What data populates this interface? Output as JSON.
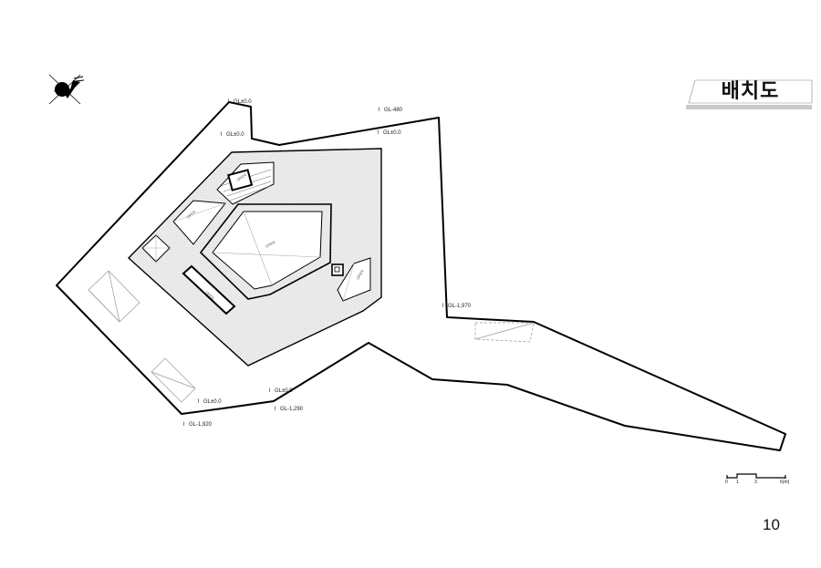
{
  "title": "배치도",
  "page_number": "10",
  "level_marks": [
    {
      "id": "lvl-1",
      "text": "GL±0.0"
    },
    {
      "id": "lvl-2",
      "text": "GL±0.0"
    },
    {
      "id": "lvl-3",
      "text": "GL-480"
    },
    {
      "id": "lvl-4",
      "text": "GL±0.0"
    },
    {
      "id": "lvl-5",
      "text": "GL-1,970"
    },
    {
      "id": "lvl-6",
      "text": "GL±0.0"
    },
    {
      "id": "lvl-7",
      "text": "GL-1,290"
    },
    {
      "id": "lvl-8",
      "text": "GL±0.0"
    },
    {
      "id": "lvl-9",
      "text": "GL-1,920"
    }
  ],
  "scale_bar": {
    "labels": [
      "0",
      "1",
      "3",
      "6(m)"
    ]
  },
  "room_labels": {
    "courtyard": "OPEN",
    "upper": "OPEN",
    "left": "OPEN",
    "slot": "OPEN",
    "right": "OPEN"
  },
  "icons": {
    "north": "north-arrow-icon"
  }
}
